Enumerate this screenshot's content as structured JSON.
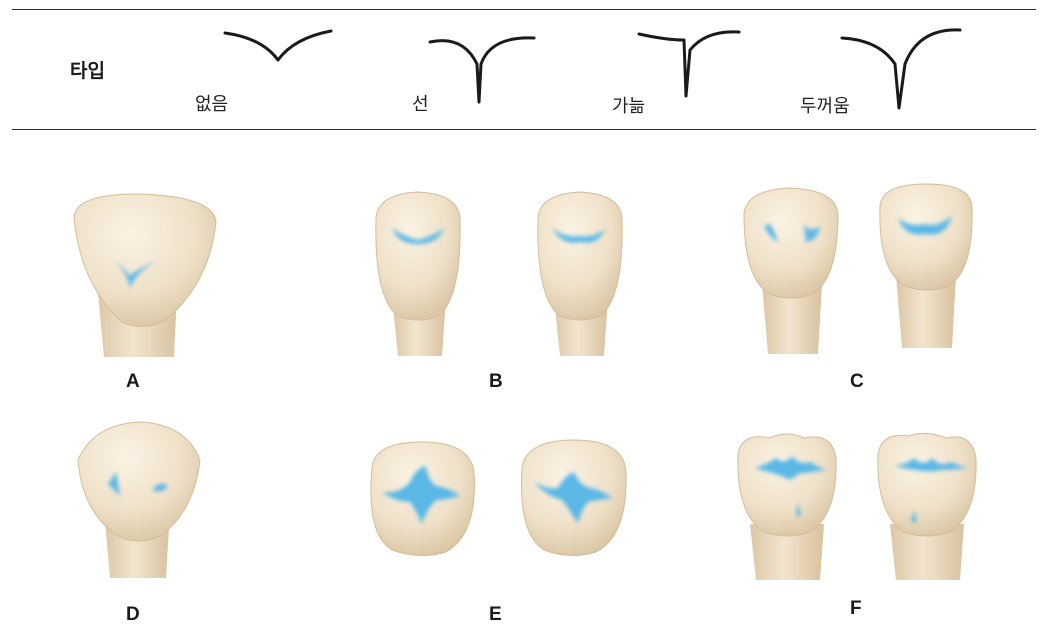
{
  "header": {
    "title": "타입",
    "types": [
      "없음",
      "선",
      "가늚",
      "두꺼움"
    ]
  },
  "panels": [
    "A",
    "B",
    "C",
    "D",
    "E",
    "F"
  ],
  "colors": {
    "enamel": "#efe1c9",
    "root": "#ecdcc0",
    "sealant": "#5ab7e6",
    "line": "#1a1a1a"
  }
}
